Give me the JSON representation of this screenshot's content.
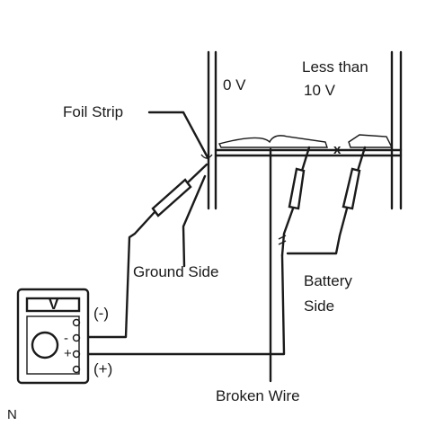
{
  "labels": {
    "foil_strip": "Foil Strip",
    "zero_v": "0 V",
    "less_than_line1": "Less than",
    "less_than_line2": "10 V",
    "ground_side": "Ground Side",
    "battery_side_line1": "Battery",
    "battery_side_line2": "Side",
    "broken_wire": "Broken Wire",
    "minus_terminal": "(-)",
    "plus_terminal": "(+)",
    "corner_mark": "N",
    "meter_display": "V",
    "break_mark": "x"
  }
}
